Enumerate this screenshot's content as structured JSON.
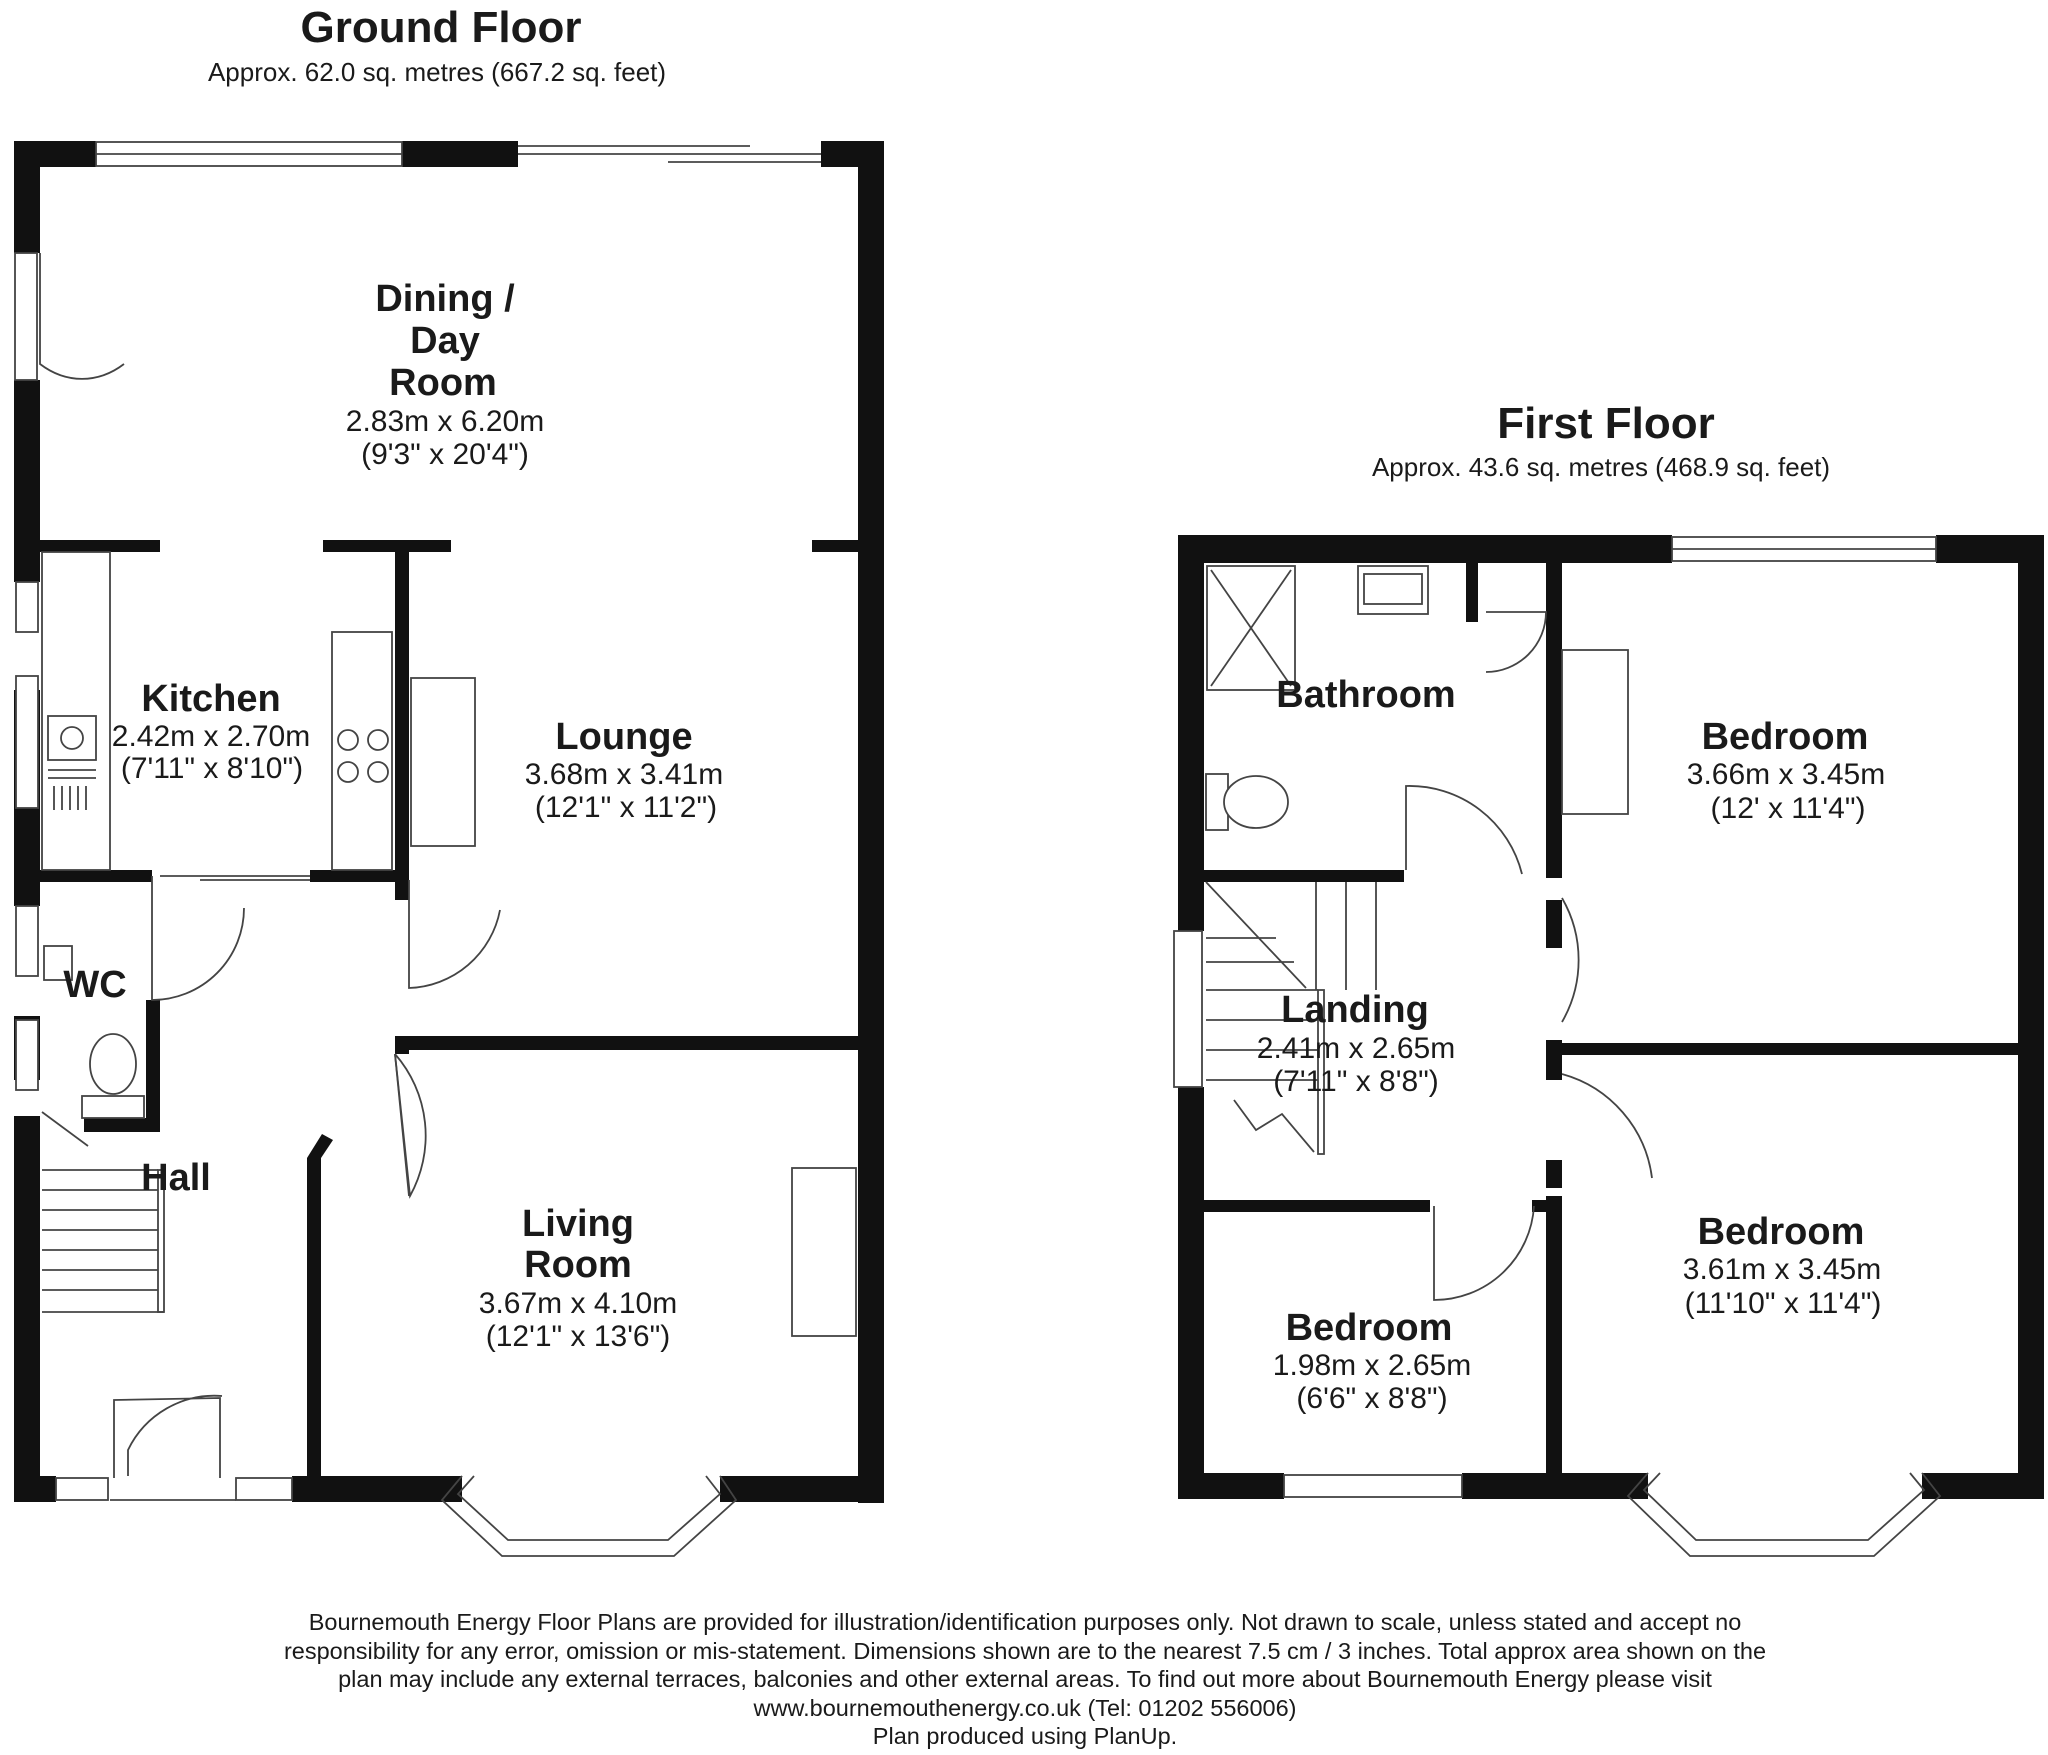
{
  "ground_floor": {
    "title": "Ground Floor",
    "area": "Approx. 62.0 sq. metres (667.2 sq. feet)",
    "rooms": {
      "dining": {
        "name_lines": [
          "Dining /",
          "Day",
          "Room"
        ],
        "dim_m": "2.83m x 6.20m",
        "dim_ft": "(9'3\" x 20'4\")"
      },
      "kitchen": {
        "name_lines": [
          "Kitchen"
        ],
        "dim_m": "2.42m x 2.70m",
        "dim_ft": "(7'11\" x 8'10\")"
      },
      "lounge": {
        "name_lines": [
          "Lounge"
        ],
        "dim_m": "3.68m x 3.41m",
        "dim_ft": "(12'1\" x 11'2\")"
      },
      "wc": {
        "name_lines": [
          "WC"
        ]
      },
      "hall": {
        "name_lines": [
          "Hall"
        ]
      },
      "living": {
        "name_lines": [
          "Living",
          "Room"
        ],
        "dim_m": "3.67m x 4.10m",
        "dim_ft": "(12'1\" x 13'6\")"
      }
    }
  },
  "first_floor": {
    "title": "First Floor",
    "area": "Approx. 43.6 sq. metres (468.9 sq. feet)",
    "rooms": {
      "bathroom": {
        "name_lines": [
          "Bathroom"
        ]
      },
      "bed1": {
        "name_lines": [
          "Bedroom"
        ],
        "dim_m": "3.66m x 3.45m",
        "dim_ft": "(12' x 11'4\")"
      },
      "landing": {
        "name_lines": [
          "Landing"
        ],
        "dim_m": "2.41m x 2.65m",
        "dim_ft": "(7'11\" x 8'8\")"
      },
      "bed2": {
        "name_lines": [
          "Bedroom"
        ],
        "dim_m": "3.61m x 3.45m",
        "dim_ft": "(11'10\" x 11'4\")"
      },
      "bed3": {
        "name_lines": [
          "Bedroom"
        ],
        "dim_m": "1.98m x 2.65m",
        "dim_ft": "(6'6\" x 8'8\")"
      }
    }
  },
  "disclaimer_lines": [
    "Bournemouth Energy Floor Plans are provided for illustration/identification purposes only. Not drawn to scale, unless stated and accept no",
    "responsibility for any error, omission or mis-statement. Dimensions shown are to the nearest 7.5 cm / 3 inches. Total approx area shown on the",
    "plan may include any external terraces, balconies and other external areas. To find out more about Bournemouth Energy please visit",
    "www.bournemouthenergy.co.uk (Tel: 01202 556006)",
    "Plan produced using PlanUp."
  ]
}
